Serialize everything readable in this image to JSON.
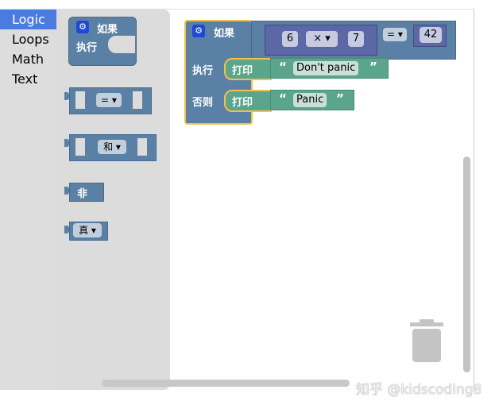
{
  "toolbox": {
    "categories": [
      {
        "label": "Logic",
        "selected": true
      },
      {
        "label": "Loops"
      },
      {
        "label": "Math"
      },
      {
        "label": "Text"
      }
    ]
  },
  "flyout": {
    "if_block": {
      "if_label": "如果",
      "do_label": "执行"
    },
    "compare_block": {
      "op": "= ▾"
    },
    "logic_op_block": {
      "op": "和 ▾"
    },
    "not_block": {
      "label": "非"
    },
    "boolean_block": {
      "value": "真 ▾"
    }
  },
  "workspace": {
    "if_block": {
      "if_label": "如果",
      "do_label": "执行",
      "else_label": "否则"
    },
    "arith": {
      "a": "6",
      "op": "× ▾",
      "b": "7"
    },
    "compare": {
      "op": "= ▾",
      "value": "42"
    },
    "print1": {
      "label": "打印",
      "open_quote": "“",
      "text": "Don't panic",
      "close_quote": "”"
    },
    "print2": {
      "label": "打印",
      "open_quote": "“",
      "text": "Panic",
      "close_quote": "”"
    }
  },
  "icons": {
    "gear": "⚙"
  },
  "watermark": "知乎 @kidscoding8",
  "colors": {
    "logic": "#5b80a5",
    "math": "#5c68a6",
    "text": "#5ba58c",
    "highlight": "#f2c04c",
    "selected_category": "#4b7ae0"
  }
}
